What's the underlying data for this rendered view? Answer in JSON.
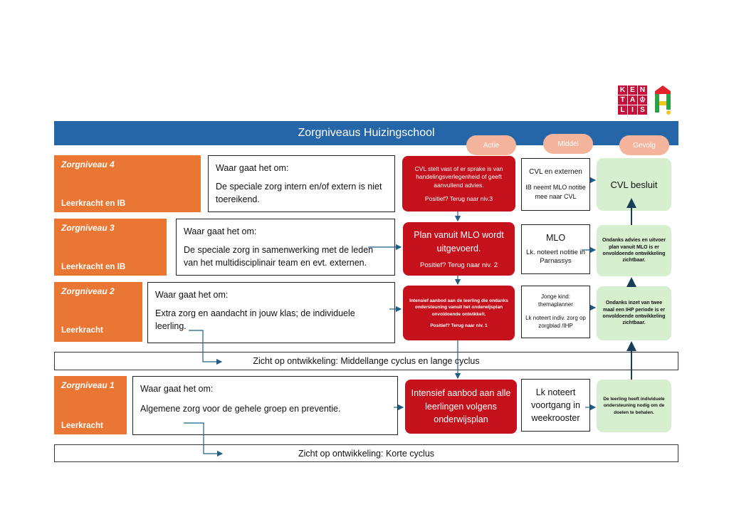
{
  "logo": {
    "kentalis_letters": [
      "KEN",
      "TA",
      "LIS"
    ],
    "kentalis_cells": [
      "K",
      "E",
      "N",
      "T",
      "A",
      "♔",
      "L",
      "I",
      "S"
    ],
    "h_letter": "H"
  },
  "header": {
    "title": "Zorgniveaus Huizingschool"
  },
  "columns": {
    "actie": "Actie",
    "middel": "Middel",
    "gevolg": "Gevolg"
  },
  "levels": [
    {
      "title": "Zorgniveau 4",
      "who": "Leerkracht en IB",
      "question": "Waar gaat het om:",
      "description": "De speciale zorg intern en/of extern is niet toereikend.",
      "action": [
        "CVL stelt vast of er sprake is van handelingsverlegenheid of geeft aanvullend advies."
      ],
      "action_footer": "Positief? Terug naar niv.3",
      "middel": [
        "CVL en externen",
        "IB neemt MLO notitie mee naar CVL"
      ],
      "gevolg": "CVL besluit"
    },
    {
      "title": "Zorgniveau 3",
      "who": "Leerkracht en IB",
      "question": "Waar gaat het om:",
      "description": "De speciale zorg in samenwerking met de leden van het multidisciplinair team en evt. externen.",
      "action": [
        "Plan vanuit MLO wordt uitgevoerd."
      ],
      "action_footer": "Positief? Terug naar niv. 2",
      "middel": [
        "MLO",
        "Lk. noteert notitie in Parnassys"
      ],
      "gevolg": "Ondanks advies en uitvoer plan vanuit MLO is er onvoldoende ontwikkeling zichtbaar."
    },
    {
      "title": "Zorgniveau 2",
      "who": "Leerkracht",
      "question": "Waar gaat het om:",
      "description": "Extra zorg en aandacht in jouw klas; de individuele leerling.",
      "action": [
        "Intensief aanbod aan de leerling die ondanks ondersteuning vanuit het onderwijsplan onvoldoende ontwikkelt."
      ],
      "action_footer": "Positief? Terug naar niv. 1",
      "middel": [
        "Jonge kind: themaplanner",
        "Lk noteert indiv. zorg op zorgblad /IHP"
      ],
      "gevolg": "Ondanks inzet van twee maal een IHP periode is er onvoldoende ontwikkeling zichtbaar."
    },
    {
      "title": "Zorgniveau 1",
      "who": "Leerkracht",
      "question": "Waar gaat het om:",
      "description": "Algemene zorg voor de gehele groep en preventie.",
      "action": [
        "Intensief aanbod aan alle leerlingen volgens onderwijsplan"
      ],
      "action_footer": "",
      "middel": [
        "Lk noteert voortgang in weekrooster"
      ],
      "gevolg": "De leerling heeft individuele ondersteuning nodig om de doelen te behalen."
    }
  ],
  "bars": {
    "middle": "Zicht op ontwikkeling: Middellange cyclus en lange cyclus",
    "short": "Zicht op ontwikkeling: Korte cyclus"
  },
  "colors": {
    "header": "#2566a8",
    "level": "#ea7634",
    "action": "#c5111b",
    "gevolg": "#d6efce",
    "pill": "#f4b39b",
    "arrow": "#1f5f86",
    "kentalis": "#c4103a"
  }
}
